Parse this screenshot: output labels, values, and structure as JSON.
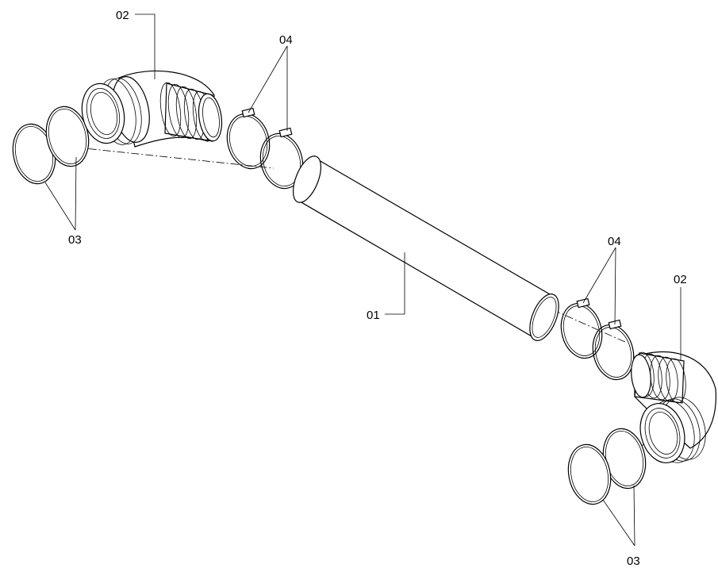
{
  "labels": {
    "tube": "01",
    "elbow_top": "02",
    "elbow_bottom": "02",
    "seals_top": "03",
    "seals_bottom": "03",
    "clamps_top": "04",
    "clamps_bottom": "04"
  }
}
